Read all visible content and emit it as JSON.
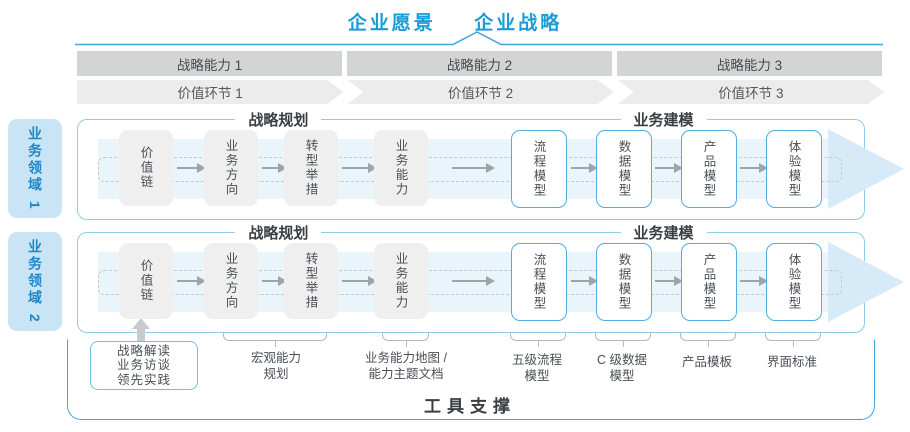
{
  "header": {
    "vision": "企业愿景",
    "strategy": "企业战略"
  },
  "capability_band": {
    "items": [
      "战略能力 1",
      "战略能力 2",
      "战略能力 3"
    ]
  },
  "value_band": {
    "items": [
      "价值环节 1",
      "价值环节 2",
      "价值环节 3"
    ]
  },
  "domains": [
    {
      "label": "业务领域 1"
    },
    {
      "label": "业务领域 2"
    }
  ],
  "rows": [
    {
      "planning_title": "战略规划",
      "modeling_title": "业务建模",
      "boxes": [
        {
          "label": "价值链"
        },
        {
          "label": "业务方向"
        },
        {
          "label": "转型举措"
        },
        {
          "label": "业务能力"
        },
        {
          "label": "流程模型"
        },
        {
          "label": "数据模型"
        },
        {
          "label": "产品模型"
        },
        {
          "label": "体验模型"
        }
      ]
    },
    {
      "planning_title": "战略规划",
      "modeling_title": "业务建模",
      "boxes": [
        {
          "label": "价值链"
        },
        {
          "label": "业务方向"
        },
        {
          "label": "转型举措"
        },
        {
          "label": "业务能力"
        },
        {
          "label": "流程模型"
        },
        {
          "label": "数据模型"
        },
        {
          "label": "产品模型"
        },
        {
          "label": "体验模型"
        }
      ]
    }
  ],
  "annotations": {
    "practice_box": {
      "lines": [
        "战略解读",
        "业务访谈",
        "领先实践"
      ]
    },
    "notes": [
      {
        "lines": [
          "宏观能力",
          "规划"
        ]
      },
      {
        "lines": [
          "业务能力地图 /",
          "能力主题文档"
        ]
      },
      {
        "lines": [
          "五级流程",
          "模型"
        ]
      },
      {
        "lines": [
          "C 级数据",
          "模型"
        ]
      },
      {
        "lines": [
          "产品模板",
          ""
        ]
      },
      {
        "lines": [
          "界面标准",
          ""
        ]
      }
    ],
    "tools_title": "工具支撑"
  },
  "colors": {
    "accent_blue": "#1A9CD8",
    "line_blue": "#41A5DB",
    "lane_border": "#8FCBEA",
    "blue_box_border": "#4FAEDE",
    "capability_band_bg": "#D3D5D5",
    "value_band_bg": "#ECECEC",
    "domain_tab_bg": "#C9E5F5",
    "flow_band_bg": "#E9F4FB",
    "flow_arrowhead": "#D7EAF7",
    "gray_box_bg": "#EFEFF0",
    "text_dark": "#3A3F44"
  }
}
